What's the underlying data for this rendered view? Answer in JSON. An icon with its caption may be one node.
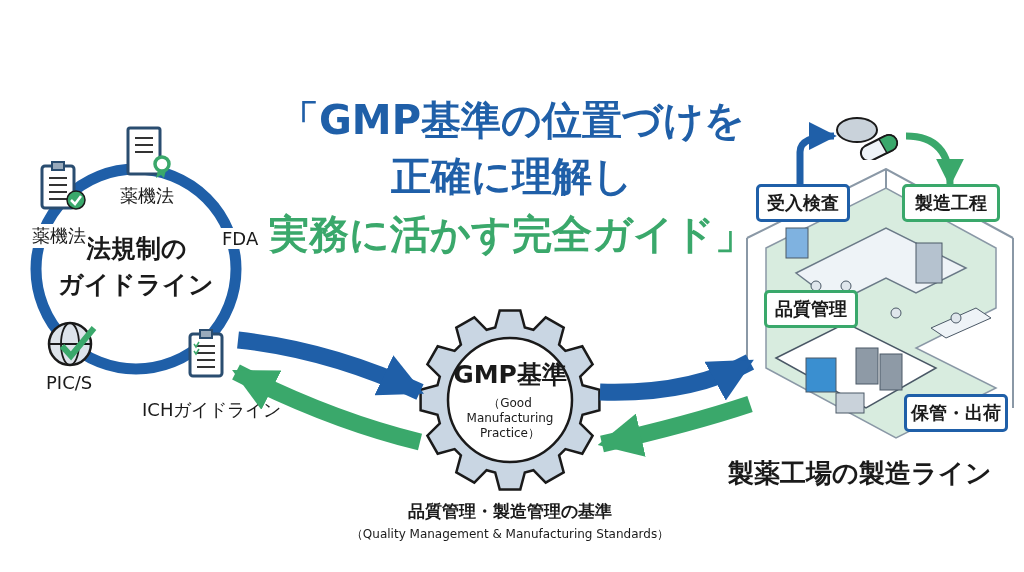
{
  "diagram": {
    "title": "「GMP基準の位置づけを正確に理解し",
    "nodes": [
      {
        "text": [
          "法規制のガイドライン"
        ]
      },
      {
        "text": [
          "GMP基準",
          "（Good Manufacturing Practice）"
        ],
        "beside": [
          "品質管理・製造管理の基準",
          "（Quality Management & Manufacturing Standards）"
        ]
      },
      {
        "text": [],
        "shape": "picture",
        "beside": [
          "製薬工場の製造ライン"
        ]
      },
      {
        "text": [
          "受入検査"
        ],
        "in": 2
      },
      {
        "text": [
          "製造工程"
        ],
        "in": 2
      },
      {
        "text": [
          "品質管理"
        ],
        "in": 2
      },
      {
        "text": [
          "保管・出荷"
        ],
        "in": 2
      },
      {
        "text": [],
        "shape": "picture"
      }
    ],
    "edges": [
      {
        "from": 0,
        "to": 1,
        "arrow": "to",
        "color": "#1f5fa8"
      },
      {
        "from": 1,
        "to": 0,
        "arrow": "to",
        "color": "#3aa86b"
      },
      {
        "from": 1,
        "to": 2,
        "arrow": "to",
        "color": "#1f5fa8"
      },
      {
        "from": 2,
        "to": 1,
        "arrow": "to",
        "color": "#3aa86b"
      },
      {
        "from": 3,
        "to": 7,
        "arrow": "to",
        "color": "#1f5fa8"
      },
      {
        "from": 7,
        "to": 4,
        "arrow": "to",
        "color": "#3aa86b"
      }
    ],
    "labels": [
      "実務に活かす完全ガイド」",
      "薬機法",
      "薬機法",
      "FDA",
      "PIC/S",
      "ICHガイドライン"
    ]
  }
}
